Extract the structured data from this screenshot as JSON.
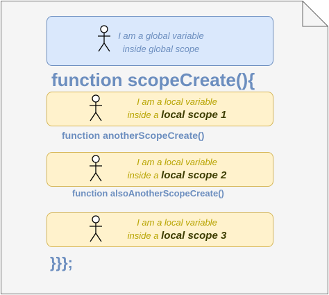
{
  "colors": {
    "page_fill": "#f5f5f5",
    "page_stroke": "#666666",
    "global_fill": "#dae8fc",
    "global_stroke": "#6c8ebf",
    "local_fill": "#fff2cc",
    "local_stroke": "#d6b656",
    "code_text": "#6c8ebf",
    "local_text": "#b8a400",
    "local_strong": "#3d3d00"
  },
  "global_box": {
    "icon": "stick-figure-icon",
    "line1": "I am a global variable",
    "line2": "inside global scope"
  },
  "code": {
    "main_function": "function scopeCreate(){",
    "second_function": "function anotherScopeCreate()",
    "third_function": "function alsoAnotherScopeCreate()",
    "closing": "}}};"
  },
  "local_boxes": [
    {
      "icon": "stick-figure-icon",
      "line1": "I am a local variable",
      "line2_prefix": "inside a",
      "line2_strong": "local scope 1"
    },
    {
      "icon": "stick-figure-icon",
      "line1": "I am a local variable",
      "line2_prefix": "inside a",
      "line2_strong": "local scope 2"
    },
    {
      "icon": "stick-figure-icon",
      "line1": "I am a local variable",
      "line2_prefix": "inside a",
      "line2_strong": "local scope 3"
    }
  ]
}
